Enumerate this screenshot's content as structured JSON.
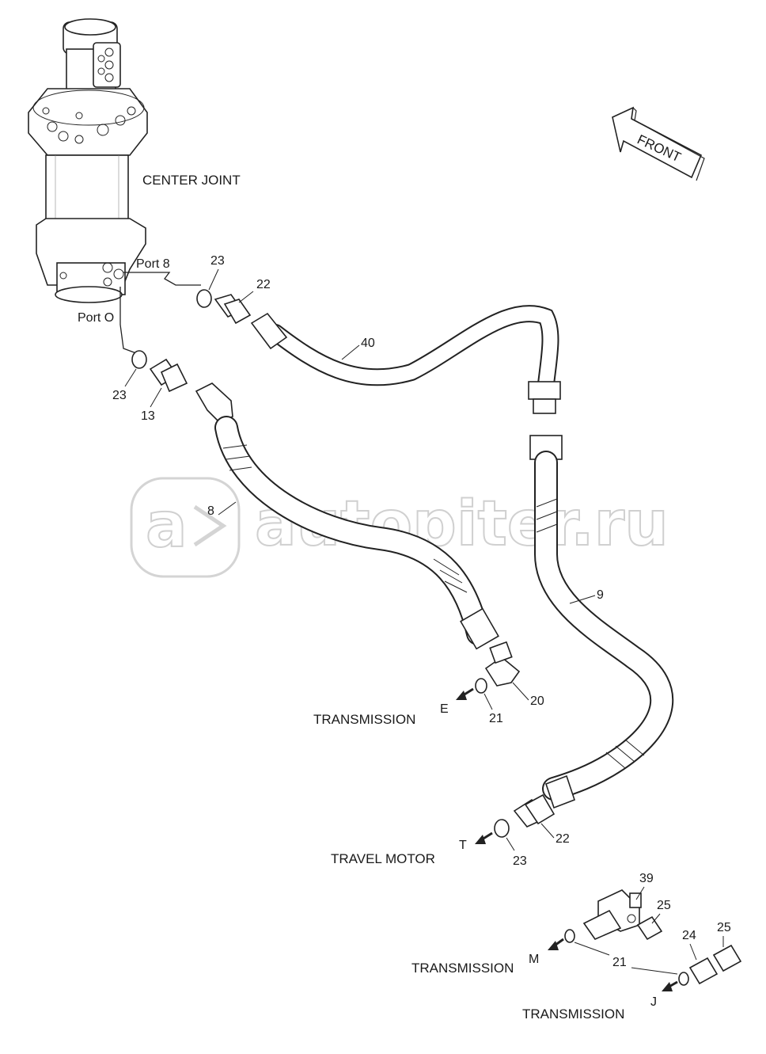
{
  "labels": {
    "center_joint": "CENTER JOINT",
    "port_8": "Port 8",
    "port_o": "Port O",
    "front": "FRONT",
    "transmission_e": "TRANSMISSION",
    "travel_motor": "TRAVEL MOTOR",
    "transmission_m": "TRANSMISSION",
    "transmission_j": "TRANSMISSION",
    "conn_e": "E",
    "conn_t": "T",
    "conn_m": "M",
    "conn_j": "J"
  },
  "parts": {
    "p23_top": "23",
    "p22_top": "22",
    "p40": "40",
    "p23_left": "23",
    "p13": "13",
    "p8": "8",
    "p9": "9",
    "p20": "20",
    "p21_e": "21",
    "p22_bottom": "22",
    "p23_bottom": "23",
    "p39": "39",
    "p25_a": "25",
    "p24": "24",
    "p25_b": "25",
    "p21_m": "21"
  },
  "watermark": {
    "text": "autopiter.ru"
  }
}
